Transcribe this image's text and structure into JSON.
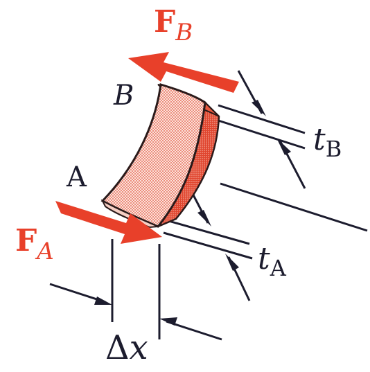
{
  "labels": {
    "force_b_main": "F",
    "force_b_sub": "B",
    "force_a_main": "F",
    "force_a_sub": "A",
    "point_b": "B",
    "point_a": "A",
    "thickness_b_main": "t",
    "thickness_b_sub": "B",
    "thickness_a_main": "t",
    "thickness_a_sub": "A",
    "delta_symbol": "Δ",
    "delta_var": "x"
  },
  "colors": {
    "force_arrow": "#e8402a",
    "line": "#1c1c2e",
    "element_light": "#f5c2b8",
    "element_dark": "#e0452e"
  }
}
